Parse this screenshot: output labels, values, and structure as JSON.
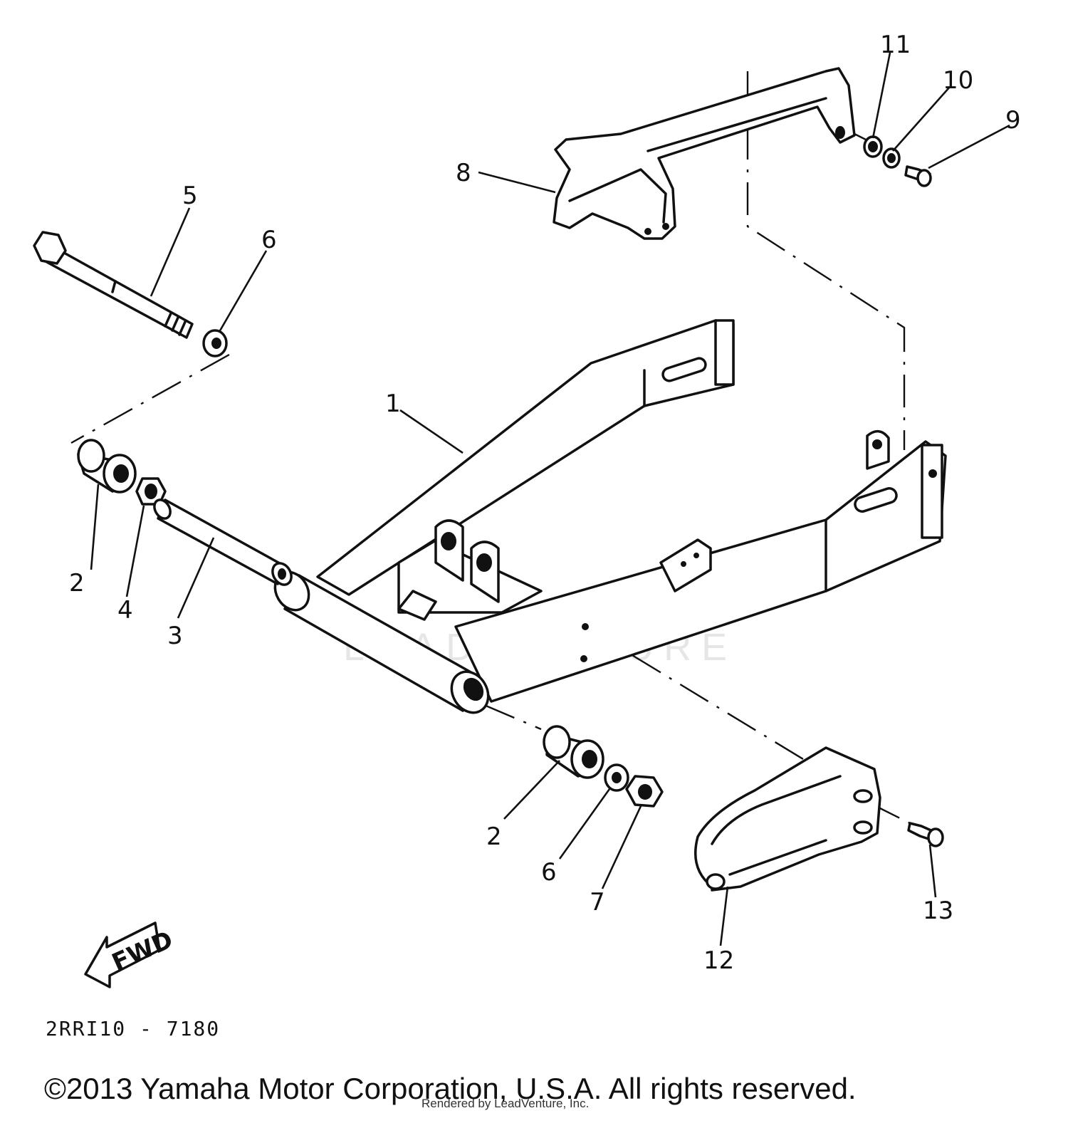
{
  "callouts": [
    {
      "id": "1",
      "label": "1"
    },
    {
      "id": "2a",
      "label": "2"
    },
    {
      "id": "2b",
      "label": "2"
    },
    {
      "id": "3",
      "label": "3"
    },
    {
      "id": "4",
      "label": "4"
    },
    {
      "id": "5",
      "label": "5"
    },
    {
      "id": "6a",
      "label": "6"
    },
    {
      "id": "6b",
      "label": "6"
    },
    {
      "id": "7",
      "label": "7"
    },
    {
      "id": "8",
      "label": "8"
    },
    {
      "id": "9",
      "label": "9"
    },
    {
      "id": "10",
      "label": "10"
    },
    {
      "id": "11",
      "label": "11"
    },
    {
      "id": "12",
      "label": "12"
    },
    {
      "id": "13",
      "label": "13"
    }
  ],
  "fwd_label": "FWD",
  "diagram_code": "2RRI10 - 7180",
  "copyright": "©2013 Yamaha Motor Corporation, U.S.A. All rights reserved.",
  "rendered_by": "Rendered by LeadVenture, Inc.",
  "watermark": "LEADVENTURE"
}
